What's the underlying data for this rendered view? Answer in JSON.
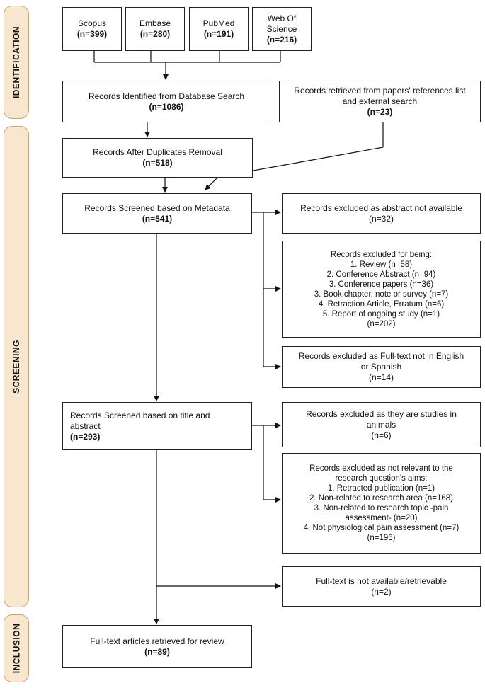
{
  "phases": {
    "identification": "IDENTIFICATION",
    "screening": "SCREENING",
    "inclusion": "INCLUSION"
  },
  "databases": [
    {
      "name": "Scopus",
      "count": "(n=399)"
    },
    {
      "name": "Embase",
      "count": "(n=280)"
    },
    {
      "name": "PubMed",
      "count": "(n=191)"
    },
    {
      "name": "Web Of\nScience",
      "count": "(n=216)"
    }
  ],
  "identified": {
    "text": "Records Identified from Database Search",
    "count": "(n=1086)"
  },
  "retrieved_refs": {
    "text": "Records retrieved from papers' references list\nand external search",
    "count": "(n=23)"
  },
  "after_duplicates": {
    "text": "Records After Duplicates Removal",
    "count": "(n=518)"
  },
  "screened_metadata": {
    "text": "Records Screened based on Metadata",
    "count": "(n=541)"
  },
  "excl_abstract": {
    "text": "Records excluded as abstract not available",
    "count": "(n=32)"
  },
  "excl_being": {
    "title": "Records excluded for being:",
    "lines": [
      "1. Review (n=58)",
      "2. Conference Abstract (n=94)",
      "3. Conference papers (n=36)",
      "3. Book chapter, note or survey (n=7)",
      "4. Retraction Article, Erratum (n=6)",
      "5. Report of ongoing study (n=1)"
    ],
    "count": "(n=202)"
  },
  "excl_language": {
    "text": "Records excluded as Full-text not in English\nor Spanish",
    "count": "(n=14)"
  },
  "screened_title": {
    "text": "Records Screened based on title and\nabstract",
    "count": "(n=293)"
  },
  "excl_animals": {
    "text": "Records excluded as they are studies in\nanimals",
    "count": "(n=6)"
  },
  "excl_relevance": {
    "title": "Records excluded as not relevant to the\nresearch question's aims:",
    "lines": [
      "1. Retracted publication (n=1)",
      "2. Non-related to research area (n=168)",
      "3. Non-related to research topic -pain\nassessment- (n=20)",
      "4. Not physiological pain assessment (n=7)"
    ],
    "count": "(n=196)"
  },
  "excl_fulltext": {
    "text": "Full-text is not available/retrievable",
    "count": "(n=2)"
  },
  "included": {
    "text": "Full-text articles retrieved for review",
    "count": "(n=89)"
  }
}
